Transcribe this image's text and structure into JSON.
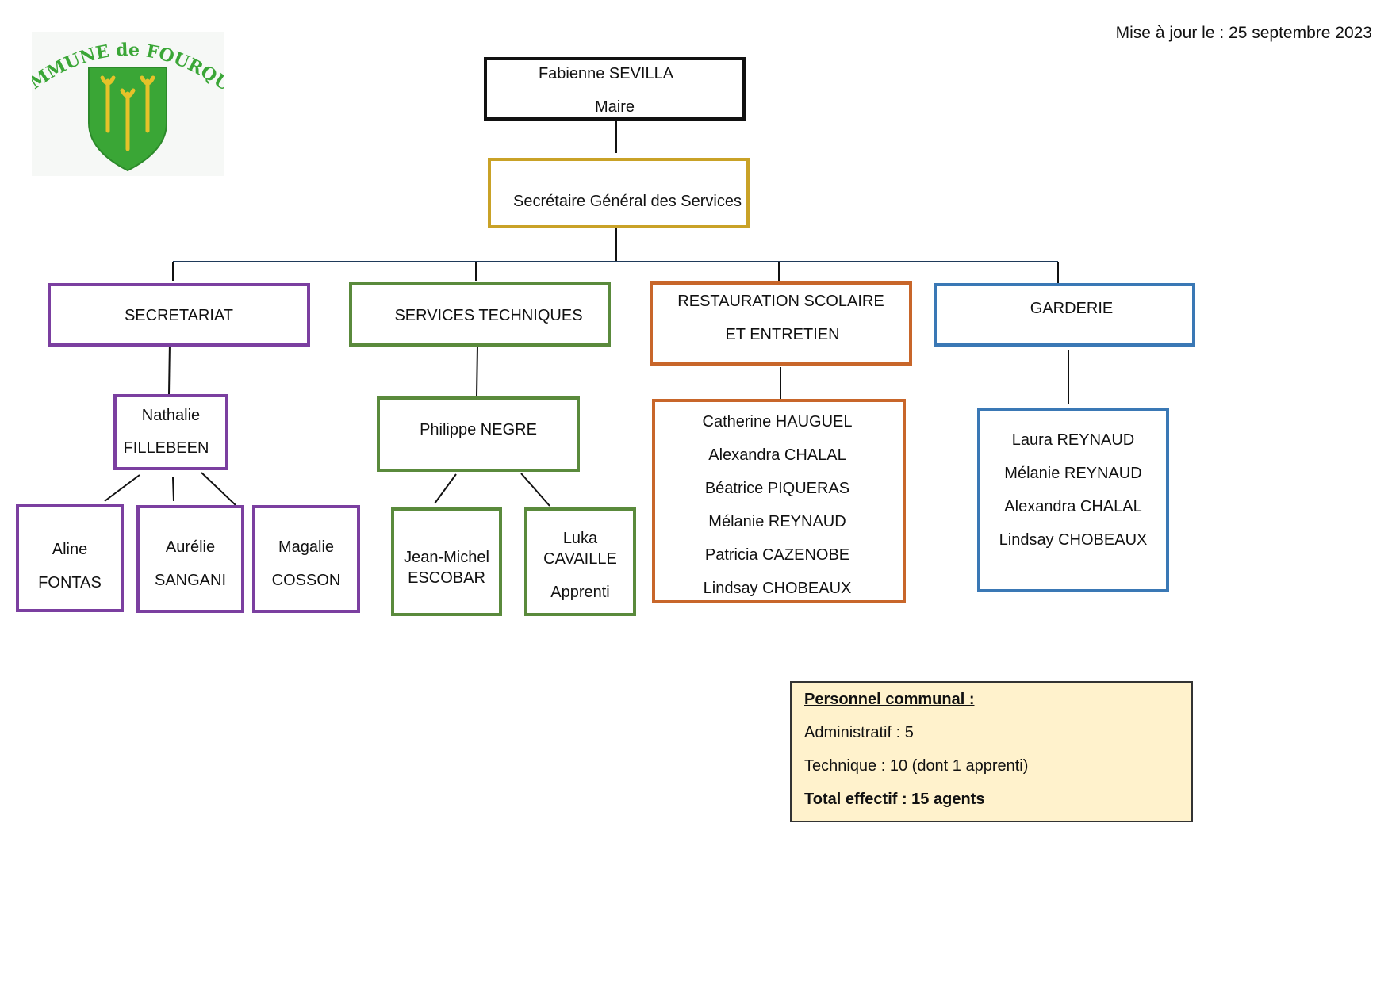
{
  "logo": {
    "text": "COMMUNE de FOURQUES",
    "shield_color": "#3aa636",
    "symbol_color": "#e6c229"
  },
  "updated": "Mise à jour le : 25 septembre 2023",
  "mayor": {
    "name": "Fabienne SEVILLA",
    "role": "Maire"
  },
  "dgs": {
    "title": "Secrétaire Général des Services"
  },
  "colors": {
    "mayor": "#111111",
    "dgs": "#c9a227",
    "secretariat": "#7b3fa0",
    "technique": "#5a8a3c",
    "restauration": "#c8662a",
    "garderie": "#3a78b5"
  },
  "departments": {
    "secretariat": {
      "label": "SECRETARIAT",
      "head": {
        "first": "Nathalie",
        "last": "FILLEBEEN"
      },
      "staff": [
        {
          "first": "Aline",
          "last": "FONTAS"
        },
        {
          "first": "Aurélie",
          "last": "SANGANI"
        },
        {
          "first": "Magalie",
          "last": "COSSON"
        }
      ]
    },
    "technique": {
      "label": "SERVICES TECHNIQUES",
      "head": {
        "name": "Philippe NEGRE"
      },
      "staff": [
        {
          "first": "Jean-Michel",
          "last": "ESCOBAR"
        },
        {
          "first": "Luka",
          "last": "CAVAILLE",
          "note": "Apprenti"
        }
      ]
    },
    "restauration": {
      "label_line1": "RESTAURATION SCOLAIRE",
      "label_line2": "ET ENTRETIEN",
      "staff": [
        "Catherine HAUGUEL",
        "Alexandra CHALAL",
        "Béatrice PIQUERAS",
        "Mélanie REYNAUD",
        "Patricia CAZENOBE",
        "Lindsay CHOBEAUX"
      ]
    },
    "garderie": {
      "label": "GARDERIE",
      "staff": [
        "Laura REYNAUD",
        "Mélanie REYNAUD",
        "Alexandra CHALAL",
        "Lindsay CHOBEAUX"
      ]
    }
  },
  "summary": {
    "title": "Personnel communal :",
    "admin": "Administratif : 5",
    "technique": "Technique : 10 (dont 1 apprenti)",
    "total": "Total effectif : 15 agents"
  }
}
